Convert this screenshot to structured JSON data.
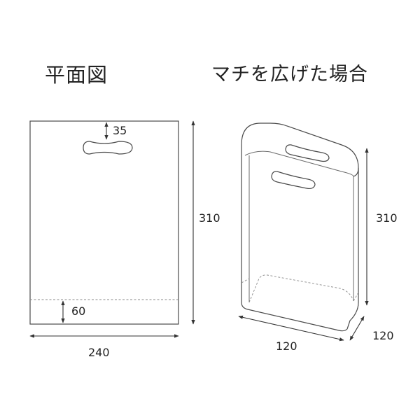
{
  "titles": {
    "flat": "平面図",
    "gusset": "マチを広げた場合"
  },
  "flat_view": {
    "handle_offset": "35",
    "bottom_fold": "60",
    "height": "310",
    "width": "240"
  },
  "gusset_view": {
    "height": "310",
    "width": "120",
    "depth": "120"
  },
  "colors": {
    "line": "#4a4a4a",
    "dashed": "#8a8a8a",
    "text": "#222222"
  }
}
